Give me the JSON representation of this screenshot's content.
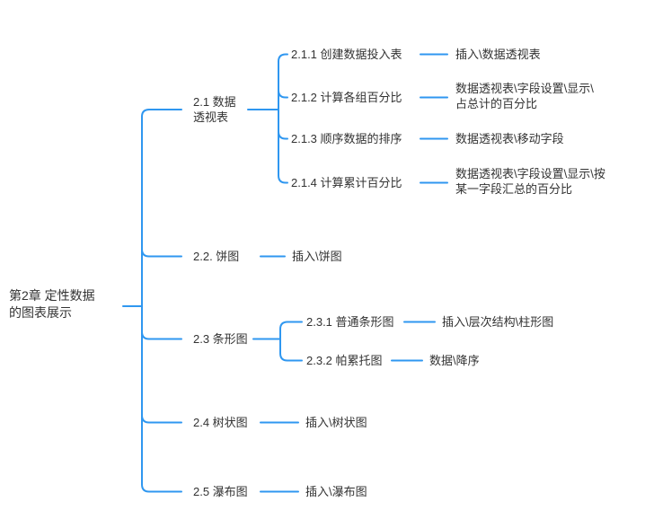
{
  "colors": {
    "line": "#2f97f0",
    "text": "#333333",
    "background": "#ffffff"
  },
  "mindmap": {
    "root": "第2章 定性数据\n的图表展示",
    "pivot": "2.1 数据\n透视表",
    "pivot_create": "2.1.1 创建数据投入表",
    "pivot_create_path": "插入\\数据透视表",
    "pivot_pct": "2.1.2 计算各组百分比",
    "pivot_pct_path": "数据透视表\\字段设置\\显示\\\n占总计的百分比",
    "pivot_sort": "2.1.3 顺序数据的排序",
    "pivot_sort_path": "数据透视表\\移动字段",
    "pivot_cum": "2.1.4 计算累计百分比",
    "pivot_cum_path": "数据透视表\\字段设置\\显示\\按\n某一字段汇总的百分比",
    "pie": "2.2. 饼图",
    "pie_path": "插入\\饼图",
    "bar": "2.3 条形图",
    "bar_normal": "2.3.1 普通条形图",
    "bar_normal_path": "插入\\层次结构\\柱形图",
    "bar_pareto": "2.3.2 帕累托图",
    "bar_pareto_path": "数据\\降序",
    "tree": "2.4 树状图",
    "tree_path": "插入\\树状图",
    "waterfall": "2.5 瀑布图",
    "waterfall_path": "插入\\瀑布图"
  }
}
